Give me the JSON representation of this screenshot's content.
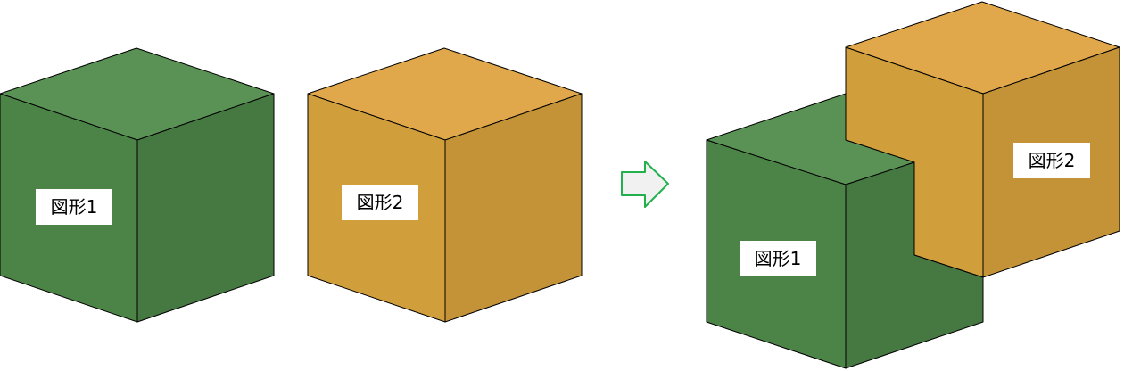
{
  "colors": {
    "green_top": "#5A9255",
    "green_left": "#4C8346",
    "green_right": "#467841",
    "orange_top": "#E0A84A",
    "orange_left": "#D09E3B",
    "orange_right": "#C49338",
    "edge": "#000000",
    "arrow_stroke": "#22B04C",
    "arrow_fill": "#F1F1F1"
  },
  "diagram": {
    "before": {
      "shape1_label": "図形1",
      "shape2_label": "図形2"
    },
    "after": {
      "shape1_label": "図形1",
      "shape2_label": "図形2"
    },
    "arrow_icon": "right-arrow-icon"
  }
}
